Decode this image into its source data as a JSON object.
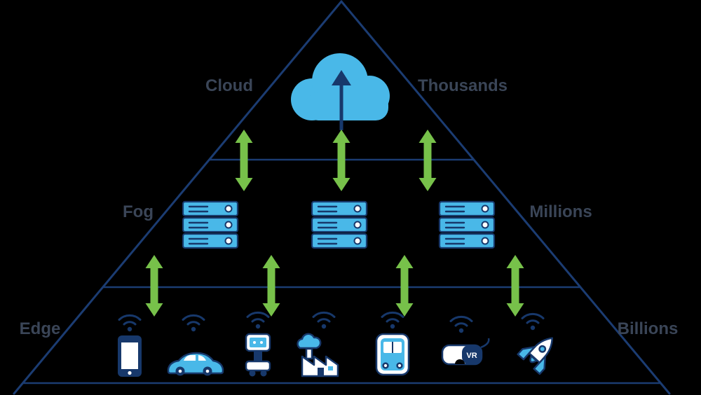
{
  "labels": {
    "cloud": "Cloud",
    "thousands": "Thousands",
    "fog": "Fog",
    "millions": "Millions",
    "edge": "Edge",
    "billions": "Billions",
    "vr": "VR"
  },
  "tiers": [
    {
      "id": "cloud",
      "name_label": "Cloud",
      "scale_label": "Thousands",
      "icons": [
        "cloud-upload-icon"
      ]
    },
    {
      "id": "fog",
      "name_label": "Fog",
      "scale_label": "Millions",
      "icons": [
        "server-stack-icon",
        "server-stack-icon",
        "server-stack-icon"
      ]
    },
    {
      "id": "edge",
      "name_label": "Edge",
      "scale_label": "Billions",
      "icons": [
        "smartphone-icon",
        "car-icon",
        "robot-icon",
        "factory-icon",
        "train-icon",
        "vr-headset-icon",
        "rocket-icon"
      ]
    }
  ],
  "connectors": {
    "cloud_fog_arrows": 3,
    "fog_edge_arrows": 4,
    "arrow_icon": "double-headed-sync-arrow"
  },
  "colors": {
    "background": "#000000",
    "outline_navy": "#1b3c72",
    "icon_navy": "#17386b",
    "light_blue": "#49b8e8",
    "green": "#77c14a",
    "label_gray": "#3a4557",
    "white": "#ffffff"
  }
}
